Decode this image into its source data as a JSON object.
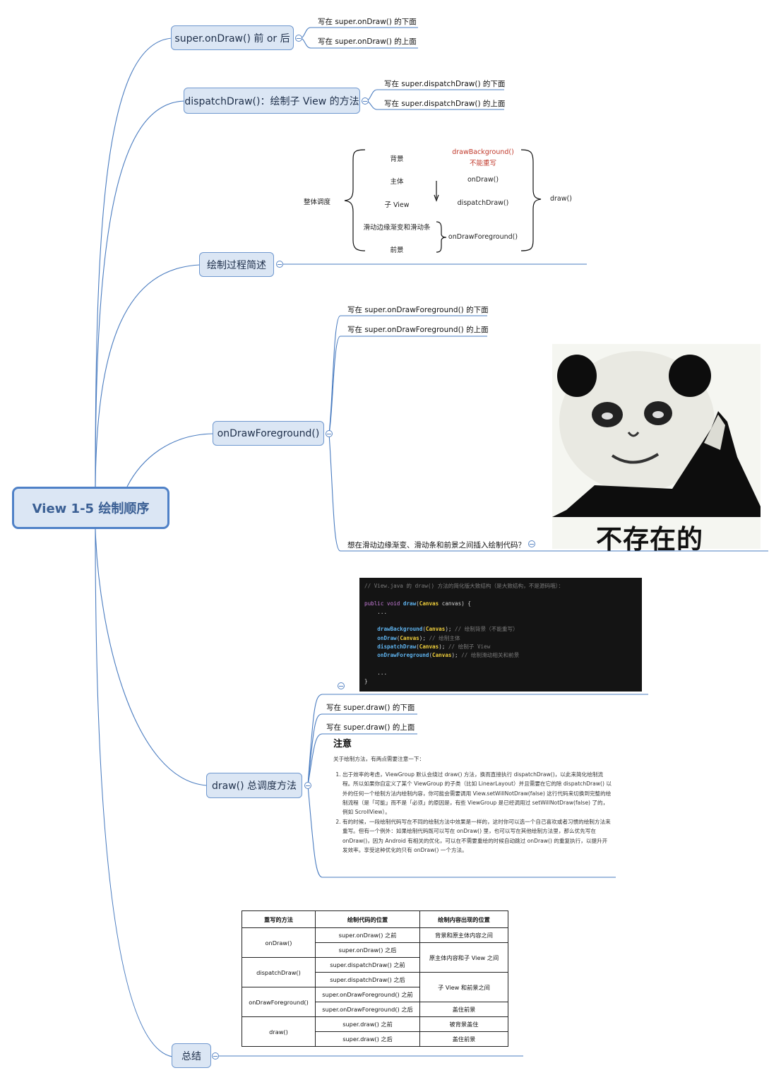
{
  "root": {
    "title": "View 1-5 绘制顺序"
  },
  "branches": {
    "ondraw_order": {
      "label": "super.onDraw() 前 or 后",
      "leaves": [
        "写在 super.onDraw() 的下面",
        "写在 super.onDraw() 的上面"
      ]
    },
    "dispatch_draw": {
      "label": "dispatchDraw()：绘制子 View 的方法",
      "leaves": [
        "写在 super.dispatchDraw() 的下面",
        "写在 super.dispatchDraw() 的上面"
      ]
    },
    "process": {
      "label": "绘制过程简述",
      "overall": "整体调度",
      "steps": [
        "背景",
        "主体",
        "子 View",
        "滑动边缘渐变和滑动条",
        "前景"
      ],
      "methods": {
        "background": "drawBackground()",
        "background_note": "不能重写",
        "ondraw": "onDraw()",
        "dispatch": "dispatchDraw()",
        "foreground": "onDrawForeground()"
      },
      "draw": "draw()"
    },
    "foreground": {
      "label": "onDrawForeground()",
      "leaves": [
        "写在 super.onDrawForeground() 的下面",
        "写在 super.onDrawForeground() 的上面"
      ],
      "question": "想在滑动边缘渐变、滑动条和前景之间插入绘制代码？",
      "meme_caption": "不存在的"
    },
    "draw": {
      "label": "draw() 总调度方法",
      "code": {
        "comment": "// View.java 的 draw() 方法的简化版大致结构（是大致结构，不是源码哦）：",
        "kw": "public void",
        "fn": "draw",
        "param_type": "Canvas",
        "param_name": " canvas) {",
        "ellipsis": "...",
        "calls": [
          {
            "fn": "drawBackground",
            "comment": "// 绘制背景（不能重写）"
          },
          {
            "fn": "onDraw",
            "comment": "// 绘制主体"
          },
          {
            "fn": "dispatchDraw",
            "comment": "// 绘制子 View"
          },
          {
            "fn": "onDrawForeground",
            "comment": "// 绘制滑动相关和前景"
          }
        ],
        "close": "}"
      },
      "leaves": [
        "写在 super.draw() 的下面",
        "写在 super.draw() 的上面"
      ],
      "note": {
        "title": "注意",
        "intro": "关于绘制方法，有两点需要注意一下：",
        "items": [
          "出于效率的考虑，ViewGroup 默认会绕过 draw() 方法，换而直接执行 dispatchDraw()，以此来简化绘制流程。所以如果你自定义了某个 ViewGroup 的子类（比如 LinearLayout）并且需要在它的除 dispatchDraw() 以外的任何一个绘制方法内绘制内容，你可能会需要调用 View.setWillNotDraw(false) 这行代码来切换到完整的绘制流程（是「可能」而不是「必须」的原因是，有些 ViewGroup 是已经调用过 setWillNotDraw(false) 了的，例如 ScrollView）。",
          "有的时候，一段绘制代码写在不同的绘制方法中效果是一样的，这时你可以选一个自己喜欢或者习惯的绘制方法来重写。但有一个例外：如果绘制代码既可以写在 onDraw() 里，也可以写在其他绘制方法里，那么优先写在 onDraw()，因为 Android 有相关的优化，可以在不需要重绘的时候自动跳过 onDraw() 的重复执行，以提升开发效率。享受这种优化的只有 onDraw() 一个方法。"
        ]
      }
    },
    "summary": {
      "label": "总结",
      "table": {
        "headers": [
          "重写的方法",
          "绘制代码的位置",
          "绘制内容出现的位置"
        ],
        "rows": [
          {
            "method": "onDraw()",
            "positions": [
              "super.onDraw() 之前",
              "super.onDraw() 之后"
            ]
          },
          {
            "method": "dispatchDraw()",
            "positions": [
              "super.dispatchDraw() 之前",
              "super.dispatchDraw() 之后"
            ]
          },
          {
            "method": "onDrawForeground()",
            "positions": [
              "super.onDrawForeground() 之前",
              "super.onDrawForeground() 之后"
            ]
          },
          {
            "method": "draw()",
            "positions": [
              "super.draw() 之前",
              "super.draw() 之后"
            ]
          }
        ],
        "results": [
          "背景和原主体内容之间",
          "原主体内容和子 View 之间",
          "子 View 和前景之间",
          "盖住前景",
          "被背景盖住",
          "盖住前景"
        ]
      }
    }
  },
  "colors": {
    "line": "#4a7cc0",
    "node_fill": "#dbe6f4",
    "root_border": "#4f81c7",
    "accent_red": "#c0392b"
  }
}
